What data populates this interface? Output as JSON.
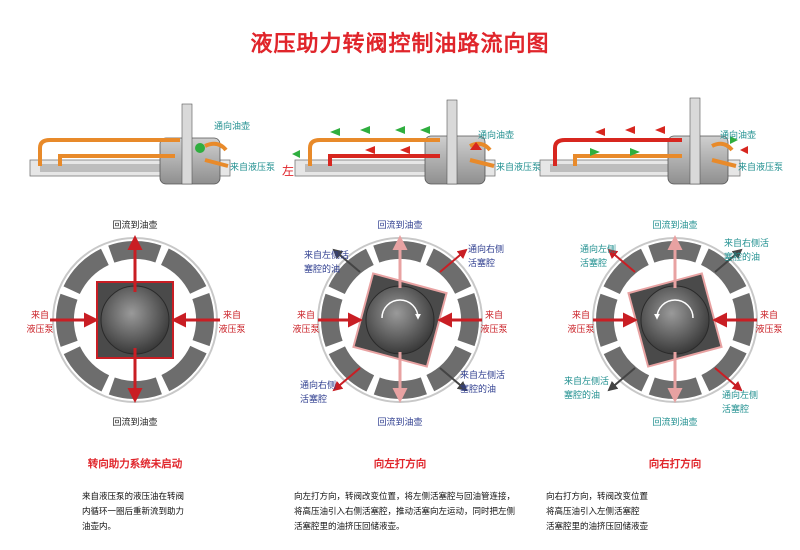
{
  "title": "液压助力转阀控制油路流向图",
  "colors": {
    "title_red": "#e0252b",
    "oil_orange": "#e88a2a",
    "flow_green": "#2fae3f",
    "flow_red": "#d7261f",
    "ring_gray": "#6d6d6d",
    "spool_blue": "#3a6fb0"
  },
  "panels": [
    {
      "top_labels": {
        "return": "通向油壶",
        "supply": "来自液压泵",
        "side": ""
      },
      "valve_labels": {
        "top": "回流到油壶",
        "bottom": "回流到油壶",
        "left": [
          "来自",
          "液压泵"
        ],
        "right": [
          "来自",
          "液压泵"
        ]
      },
      "caption": "转向助力系统未启动",
      "description": [
        "来自液压泵的液压油在转阀",
        "内循环一圈后重新流到助力",
        "油壶内。"
      ]
    },
    {
      "top_labels": {
        "return": "通向油壶",
        "supply": "来自液压泵",
        "side": "左"
      },
      "valve_labels": {
        "top": "回流到油壶",
        "bottom": "回流到油壶",
        "left": [
          "来自",
          "液压泵"
        ],
        "right": [
          "来自",
          "液压泵"
        ],
        "upper_left": [
          "来自左侧活",
          "塞腔的油"
        ],
        "upper_right": [
          "通向右侧",
          "活塞腔"
        ],
        "lower_left": [
          "通向右侧",
          "活塞腔"
        ],
        "lower_right": [
          "来自左侧活",
          "塞腔的油"
        ]
      },
      "caption": "向左打方向",
      "description": [
        "向左打方向，转阀改变位置，将左侧活塞腔与回油管连接，",
        "将高压油引入右侧活塞腔，推动活塞向左运动，同时把左侧",
        "活塞腔里的油挤压回储液壶。"
      ]
    },
    {
      "top_labels": {
        "return": "通向油壶",
        "supply": "来自液压泵",
        "side": ""
      },
      "valve_labels": {
        "top": "回流到油壶",
        "bottom": "回流到油壶",
        "left": [
          "来自",
          "液压泵"
        ],
        "right": [
          "来自",
          "液压泵"
        ],
        "upper_left": [
          "通向左侧",
          "活塞腔"
        ],
        "upper_right": [
          "来自右侧活",
          "塞腔的油"
        ],
        "lower_left": [
          "来自左侧活",
          "塞腔的油"
        ],
        "lower_right": [
          "通向左侧",
          "活塞腔"
        ]
      },
      "caption": "向右打方向",
      "description": [
        "向右打方向，转阀改变位置",
        "将高压油引入左侧活塞腔",
        "活塞腔里的油挤压回储液壶"
      ]
    }
  ]
}
